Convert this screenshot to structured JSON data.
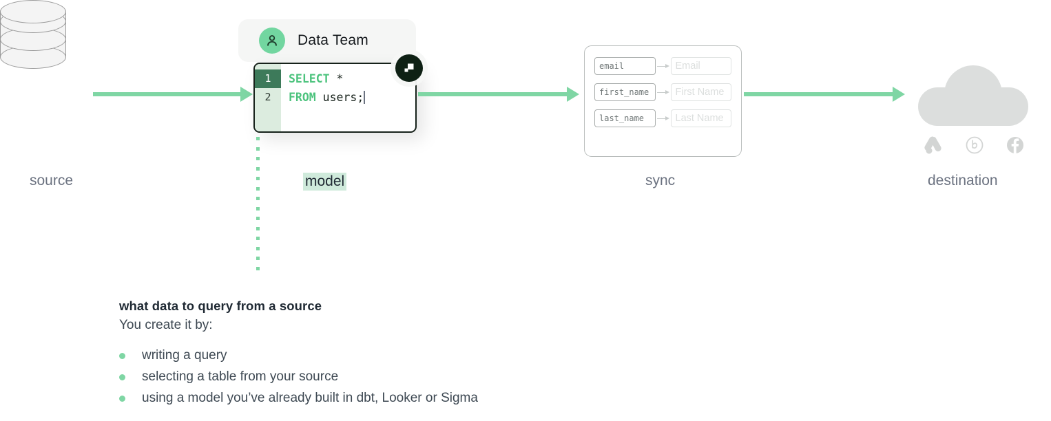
{
  "flow": {
    "stages": [
      {
        "key": "source",
        "label": "source"
      },
      {
        "key": "model",
        "label": "model"
      },
      {
        "key": "sync",
        "label": "sync"
      },
      {
        "key": "destination",
        "label": "destination"
      }
    ]
  },
  "badge": {
    "team_name": "Data Team",
    "avatar_icon": "person-icon",
    "pin_icon": "hightouch-logo-icon"
  },
  "editor": {
    "gutter": [
      {
        "number": "1",
        "active": true
      },
      {
        "number": "2",
        "active": false
      }
    ],
    "lines": [
      {
        "keyword": "SELECT",
        "rest": " *"
      },
      {
        "keyword": "FROM",
        "rest": " users;"
      }
    ]
  },
  "sync": {
    "mappings": [
      {
        "source_field": "email",
        "destination_field": "Email"
      },
      {
        "source_field": "first_name",
        "destination_field": "First Name"
      },
      {
        "source_field": "last_name",
        "destination_field": "Last Name"
      }
    ],
    "arrow_icon": "map-arrow-icon"
  },
  "destination": {
    "cloud_icon": "cloud-icon",
    "brands": [
      {
        "name": "google-ads-icon"
      },
      {
        "name": "braze-icon"
      },
      {
        "name": "facebook-icon"
      }
    ]
  },
  "description": {
    "title": "what data to query from a source",
    "subtitle": "You create it by:",
    "bullets": [
      "writing a query",
      "selecting a table from your source",
      "using a model you’ve already built in dbt, Looker or Sigma"
    ]
  },
  "colors": {
    "accent_green": "#7fd6a4",
    "code_green": "#4cc37d",
    "gutter_green": "#dcecdf",
    "gutter_active": "#3d7a5a",
    "dark": "#16211a",
    "muted_gray": "#6b7280",
    "cloud_gray": "#dcdedd"
  }
}
